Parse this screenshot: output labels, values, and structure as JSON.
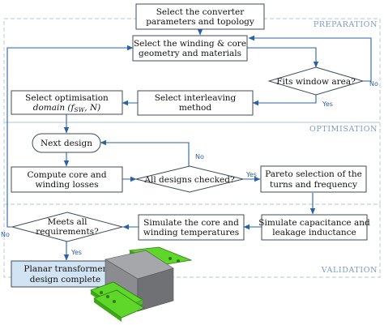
{
  "phases": {
    "preparation": "PREPARATION",
    "optimisation": "OPTIMISATION",
    "validation": "VALIDATION"
  },
  "nodes": {
    "converter": [
      "Select the converter",
      "parameters and topology"
    ],
    "winding_core": [
      "Select the winding & core",
      "geometry and materials"
    ],
    "fits_window": [
      "Fits window area?"
    ],
    "interleaving": [
      "Select interleaving",
      "method"
    ],
    "opt_domain": [
      "Select optimisation",
      "domain (f_sw, N)"
    ],
    "next_design": [
      "Next design"
    ],
    "compute_losses": [
      "Compute core and",
      "winding losses"
    ],
    "all_checked": [
      "All designs checked?"
    ],
    "pareto": [
      "Pareto selection of the",
      "turns and frequency"
    ],
    "simulate_cap": [
      "Simulate capacitance and",
      "leakage inductance"
    ],
    "simulate_temp": [
      "Simulate the core and",
      "winding temperatures"
    ],
    "meets_req": [
      "Meets all",
      "requirements?"
    ],
    "final": [
      "Planar transformer",
      "design complete"
    ]
  },
  "edges": {
    "yes": "Yes",
    "no": "No"
  },
  "colors": {
    "arrow": "#2a62a8",
    "highlight_box": "#d2e4f3",
    "phase_label": "#7f9ac0",
    "pcb_green": "#5fd62a",
    "core_gray": "#8a8c8f"
  }
}
